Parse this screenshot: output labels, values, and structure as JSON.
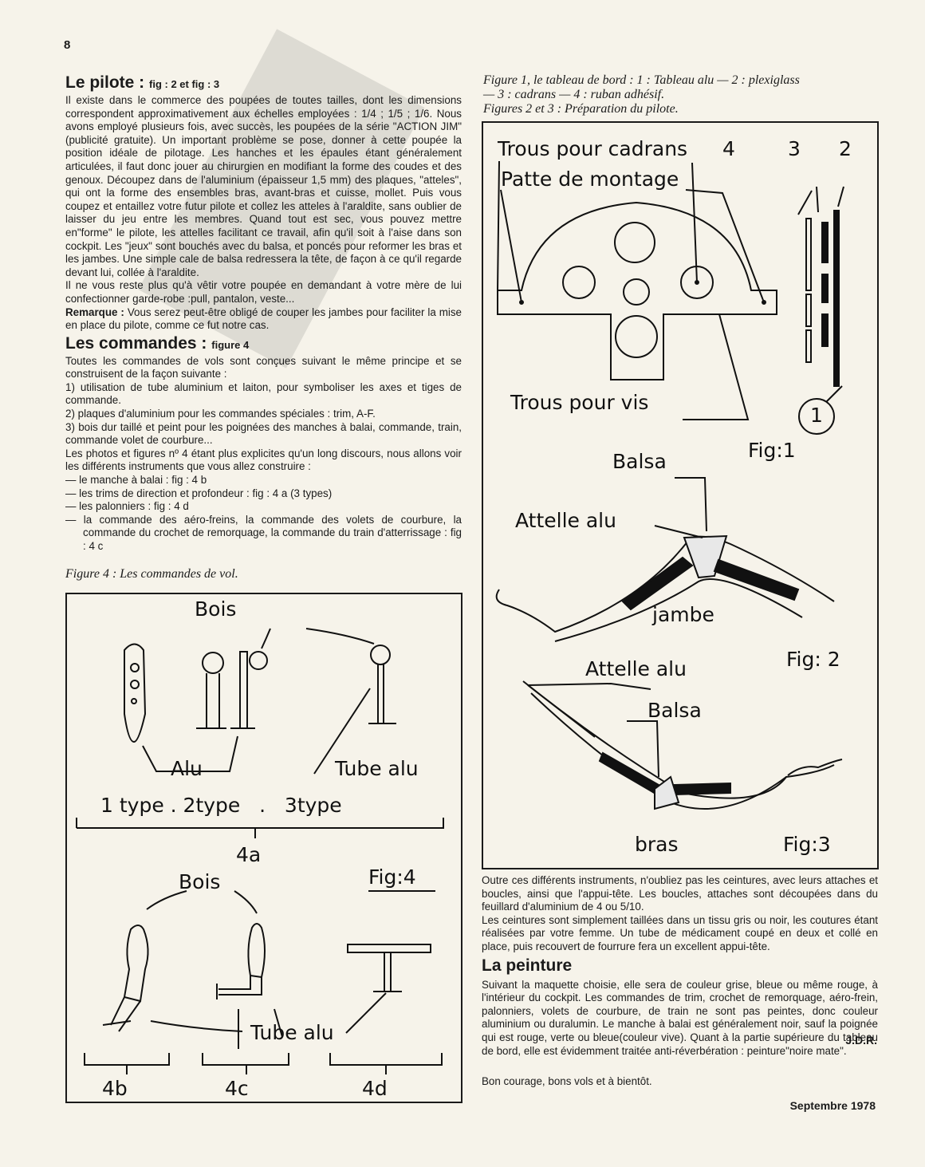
{
  "page_number": "8",
  "footer": "Septembre 1978",
  "pilote": {
    "title": "Le pilote :",
    "ref": "fig : 2 et fig : 3",
    "paragraphs": [
      "Il existe dans le commerce des poupées de toutes tailles, dont les dimensions correspondent approximativement aux échelles employées : 1/4 ; 1/5 ; 1/6. Nous avons employé plusieurs fois, avec succès, les poupées de la série \"ACTION JIM\" (publicité gratuite). Un important problème se pose, donner à cette poupée la position idéale de pilotage. Les hanches et les épaules étant généralement articulées, il faut donc jouer au chirurgien en modifiant la forme des coudes et des genoux. Découpez dans de l'aluminium (épaisseur 1,5 mm) des plaques, \"atteles\", qui ont la forme des ensembles bras, avant-bras et cuisse, mollet. Puis vous coupez et entaillez votre futur pilote et collez les atteles à l'araldite, sans oublier de laisser du jeu entre les membres. Quand tout est sec, vous pouvez mettre en\"forme\" le pilote, les attelles facilitant ce travail, afin qu'il soit à l'aise dans son cockpit. Les \"jeux\" sont bouchés avec du balsa, et poncés pour reformer les bras et les jambes. Une simple cale de balsa redressera la tête, de façon à ce qu'il regarde devant lui, collée à l'araldite.",
      "Il ne vous reste plus qu'à vêtir votre poupée en demandant à votre mère de lui confectionner garde-robe :pull, pantalon, veste..."
    ],
    "remark_label": "Remarque :",
    "remark_text": " Vous serez peut-être obligé de couper les jambes pour faciliter la mise en place du pilote, comme ce fut notre cas."
  },
  "commandes": {
    "title": "Les commandes :",
    "ref": "figure 4",
    "lines": [
      "Toutes les commandes de vols sont conçues suivant le même principe et se construisent de la façon suivante :",
      "1) utilisation de tube aluminium et laiton, pour symboliser les axes et tiges de commande.",
      "2) plaques d'aluminium pour les commandes spéciales : trim, A-F.",
      "3) bois dur taillé et peint pour les poignées des manches à balai, commande, train, commande volet de courbure...",
      "Les photos et figures nº 4 étant plus explicites qu'un long discours, nous allons voir les différents instruments que vous allez construire :"
    ],
    "items": [
      "le manche à balai : fig : 4 b",
      "les trims de direction et profondeur : fig : 4 a (3 types)",
      "les palonniers : fig : 4 d",
      "la commande des aéro-freins, la commande des volets de courbure, la commande du crochet de remorquage, la commande du train d'atterrissage : fig : 4 c"
    ]
  },
  "fig4_caption": "Figure 4 : Les commandes de vol.",
  "fig4": {
    "bois_top": "Bois",
    "alu": "Alu",
    "tube_alu_top": "Tube alu",
    "types": "1 type . 2type   .   3type",
    "label_4a": "4a",
    "fig_label": "Fig:4",
    "bois_bottom": "Bois",
    "tube_alu_bottom": "Tube alu",
    "label_4b": "4b",
    "label_4c": "4c",
    "label_4d": "4d"
  },
  "fig123_caption": [
    "Figure 1, le tableau de bord : 1 : Tableau alu — 2 : plexiglass",
    "— 3 : cadrans — 4 : ruban adhésif.",
    "Figures 2 et 3 : Préparation du pilote."
  ],
  "fig1": {
    "trous_cadrans": "Trous pour cadrans",
    "patte": "Patte de montage",
    "trous_vis": "Trous pour vis",
    "n1": "1",
    "n2": "2",
    "n3": "3",
    "n4": "4",
    "fig_label": "Fig:1"
  },
  "fig2": {
    "balsa": "Balsa",
    "attelle": "Attelle alu",
    "jambe": "jambe",
    "fig_label": "Fig: 2"
  },
  "fig3": {
    "attelle": "Attelle alu",
    "balsa": "Balsa",
    "bras": "bras",
    "fig_label": "Fig:3"
  },
  "right_text": {
    "p1": "Outre ces différents instruments, n'oubliez pas les ceintures, avec leurs attaches et boucles, ainsi que l'appui-tête. Les boucles, attaches sont découpées dans du feuillard d'aluminium de 4 ou 5/10.",
    "p2": "Les ceintures sont simplement taillées dans un tissu gris ou noir, les coutures étant réalisées par votre femme. Un tube de médicament coupé en deux et collé en place, puis recouvert de fourrure fera un excellent appui-tête.",
    "peinture_title": "La peinture",
    "p3": "Suivant la maquette choisie, elle sera de couleur grise, bleue ou même rouge, à l'intérieur du cockpit. Les commandes de trim, crochet de remorquage, aéro-frein, palonniers, volets de courbure, de train ne sont pas peintes, donc couleur aluminium ou duralumin. Le manche à balai est généralement noir, sauf la poignée qui est rouge, verte ou bleue(couleur vive). Quant à la partie supérieure du tableau de bord, elle est évidemment traitée anti-réverbération : peinture\"noire mate\".",
    "signature": "J.D.R.",
    "closing": "Bon courage, bons vols et à bientôt."
  }
}
